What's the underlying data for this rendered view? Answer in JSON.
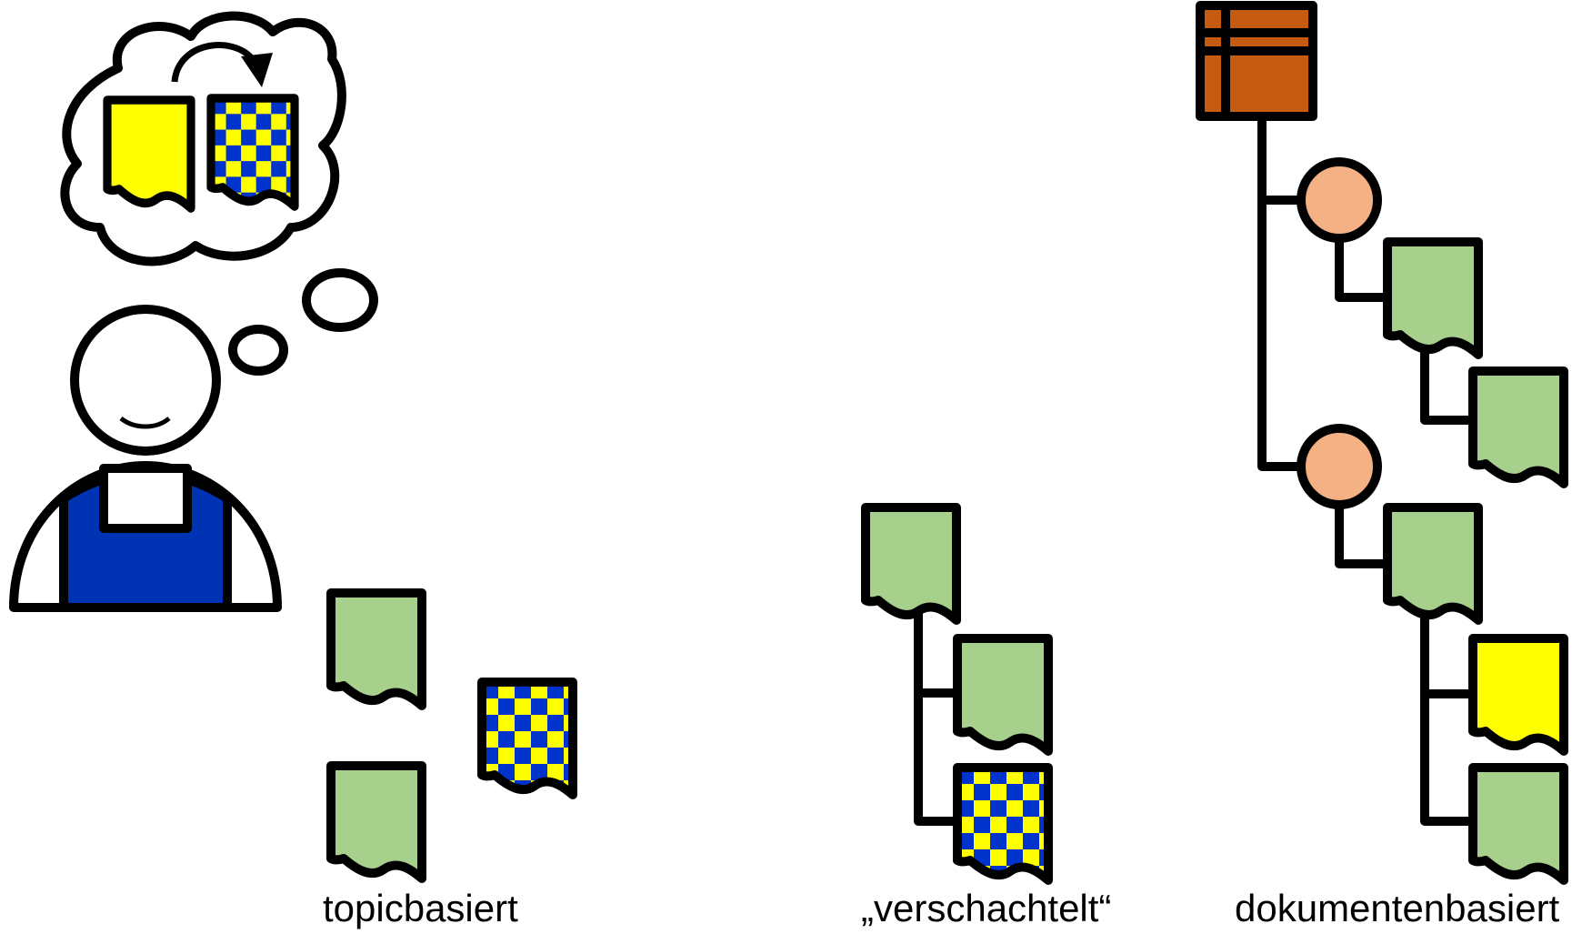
{
  "labels": {
    "topic": "topicbasiert",
    "nested": "„verschachtelt“",
    "document": "dokumentenbasiert"
  },
  "colors": {
    "outline": "#000000",
    "topic_green": "#a8d08d",
    "highlight_yellow": "#ffff00",
    "checker_blue": "#0033cc",
    "overalls_blue": "#0033b3",
    "book_brown": "#c55a11",
    "chapter_peach": "#f4b183"
  },
  "icons": [
    "person-icon",
    "thought-bubble-icon",
    "cycle-arrow-icon",
    "topic-page-icon",
    "checkered-topic-icon",
    "book-icon",
    "chapter-circle-icon"
  ]
}
